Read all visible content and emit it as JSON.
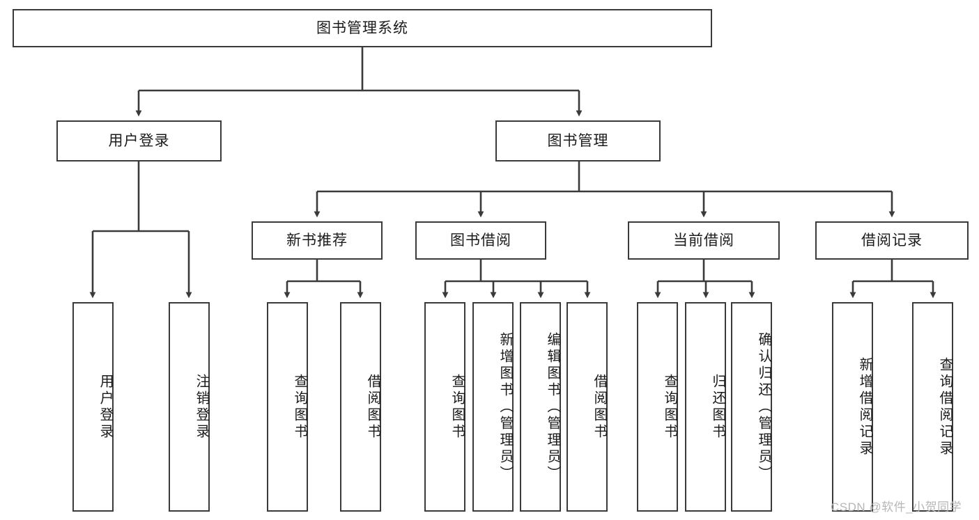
{
  "diagram": {
    "title": "图书管理系统",
    "root": {
      "label": "图书管理系统"
    },
    "level2": [
      {
        "label": "用户登录"
      },
      {
        "label": "图书管理"
      }
    ],
    "level3": [
      {
        "label": "新书推荐"
      },
      {
        "label": "图书借阅"
      },
      {
        "label": "当前借阅"
      },
      {
        "label": "借阅记录"
      }
    ],
    "leaves": {
      "user_login": [
        {
          "label": "用户登录"
        },
        {
          "label": "注销登录"
        }
      ],
      "new_book_rec": [
        {
          "label": "查询图书"
        },
        {
          "label": "借阅图书"
        }
      ],
      "book_borrow": [
        {
          "label": "查询图书"
        },
        {
          "label": "新增图书（管理员）"
        },
        {
          "label": "编辑图书（管理员）"
        },
        {
          "label": "借阅图书"
        }
      ],
      "current_borrow": [
        {
          "label": "查询图书"
        },
        {
          "label": "归还图书"
        },
        {
          "label": "确认归还（管理员）"
        }
      ],
      "borrow_record": [
        {
          "label": "新增借阅记录"
        },
        {
          "label": "查询借阅记录"
        }
      ]
    }
  },
  "watermark": {
    "text": "CSDN @软件_小贺同学"
  },
  "colors": {
    "stroke": "#3a3a3a",
    "box_fill": "#ffffff",
    "text": "#1b1b1b",
    "watermark": "#b6b6b6"
  }
}
